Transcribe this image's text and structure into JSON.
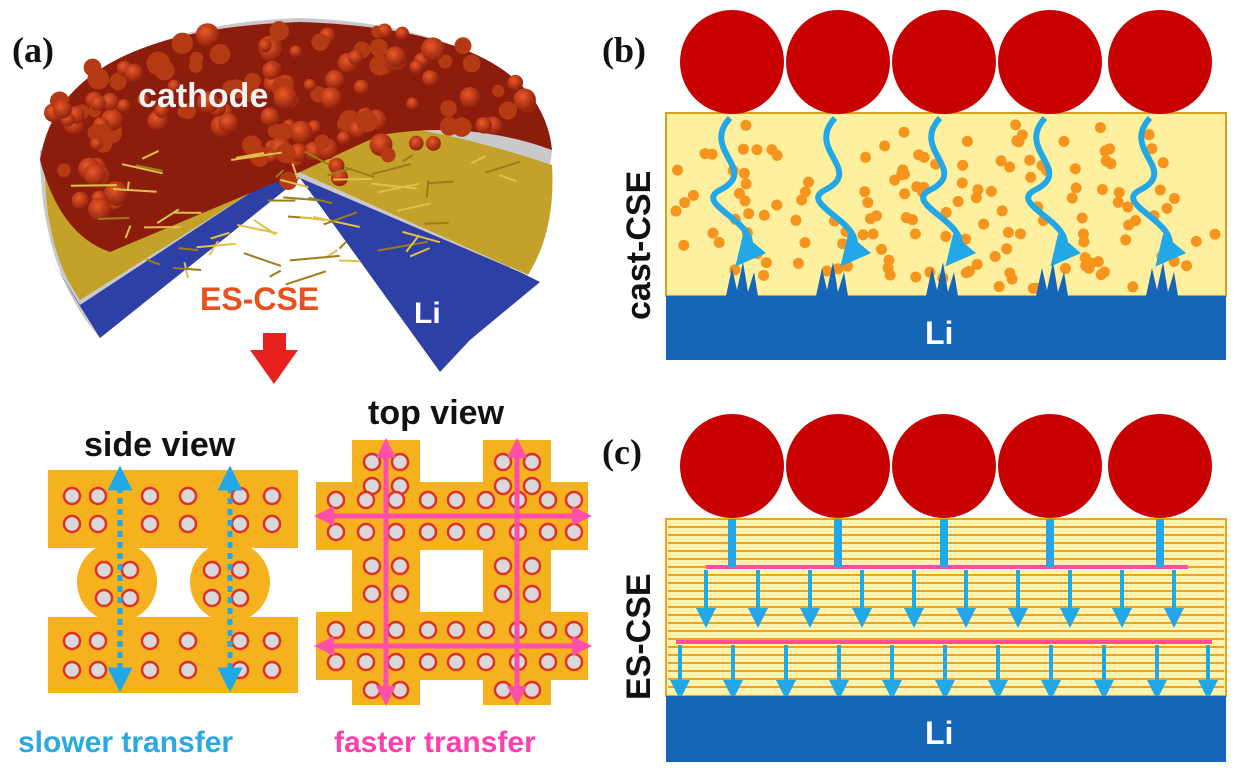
{
  "panels": {
    "a": {
      "label": "(a)",
      "cathode_label": "cathode",
      "electrolyte_label": "ES-CSE",
      "li_label": "Li",
      "side_view_title": "side view",
      "top_view_title": "top view",
      "slower_caption": "slower transfer",
      "faster_caption": "faster transfer"
    },
    "b": {
      "label": "(b)",
      "side_label": "cast-CSE",
      "li_label": "Li"
    },
    "c": {
      "label": "(c)",
      "side_label": "ES-CSE",
      "li_label": "Li"
    }
  },
  "colors": {
    "cathode_particle": "#c80000",
    "lithium": "#1565b8",
    "electrolyte_fill": "#fff0a0",
    "filler_particle": "#f7941d",
    "ion_arrow": "#22a8e6",
    "fiber_fill": "#f6b21e",
    "fast_path": "#ff4fa8",
    "slow_caption": "#2aa8e0",
    "fast_caption": "#ff3fb0",
    "electrolyte_text": "#e8501e"
  },
  "icons": [
    "down-arrow-icon"
  ]
}
